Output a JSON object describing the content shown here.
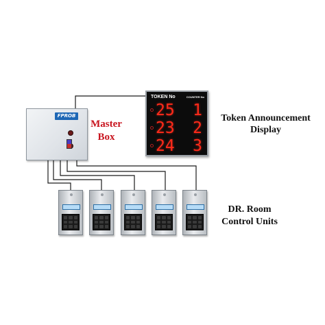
{
  "master": {
    "label": "Master Box",
    "label_color": "#c8141e",
    "badge": "FPROB"
  },
  "display": {
    "header_token": "TOKEN No",
    "header_counter": "COUNTER No",
    "digit_color": "#ff2a1a",
    "rows": [
      {
        "token": "25",
        "counter": "1"
      },
      {
        "token": "23",
        "counter": "2"
      },
      {
        "token": "24",
        "counter": "3"
      }
    ],
    "label_line1": "Token Announcement",
    "label_line2": "Display"
  },
  "units": {
    "label_line1": "DR. Room",
    "label_line2": "Control Units",
    "count": 5
  },
  "colors": {
    "wire": "#1a1a1a",
    "badge": "#1e67b5",
    "screen": "#b7dcf7"
  }
}
